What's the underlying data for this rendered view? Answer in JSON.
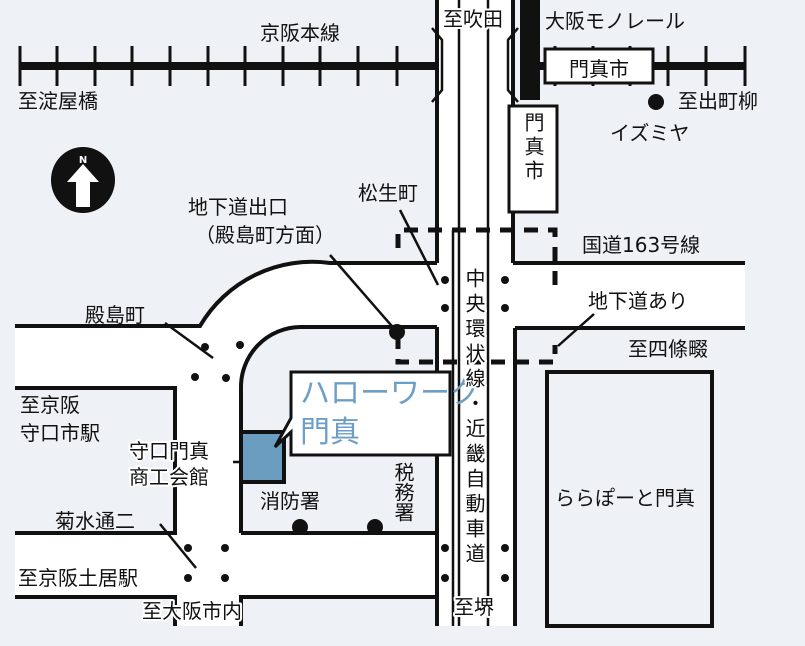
{
  "colors": {
    "background": "#eef1f6",
    "road": "#ffffff",
    "line": "#111111",
    "accent": "#6d9fc6",
    "building": "#6a9dc0"
  },
  "compass": {
    "north_label": "N"
  },
  "railways": {
    "keihan_line": "京阪本線",
    "monorail": "大阪モノレール",
    "to_yodoyabashi": "至淀屋橋",
    "to_demachiyanagi": "至出町柳",
    "station_keihan": "門真市",
    "station_monorail": "門真市"
  },
  "roads": {
    "to_suita": "至吹田",
    "route163": "国道163号線",
    "to_shijonawate": "至四條畷",
    "expressway": "中央環状線・近畿自動車道",
    "to_sakai": "至堺",
    "to_osaka_city": "至大阪市内"
  },
  "places": {
    "izumiya": "イズミヤ",
    "matsuocho": "松生町",
    "underpass_exit_line1": "地下道出口",
    "underpass_exit_line2": "（殿島町方面）",
    "tonoshimacho": "殿島町",
    "underpass": "地下道あり",
    "to_keihan_moriguchishi_line1": "至京阪",
    "to_keihan_moriguchishi_line2": "守口市駅",
    "chamber_line1": "守口門真",
    "chamber_line2": "商工会館",
    "fire_station": "消防署",
    "tax_office": "税務署",
    "kikusuidori": "菊水通二",
    "to_keihan_doi": "至京阪土居駅",
    "lalaport": "ららぽーと門真"
  },
  "destination": {
    "line1": "ハローワーク",
    "line2": "門真"
  }
}
